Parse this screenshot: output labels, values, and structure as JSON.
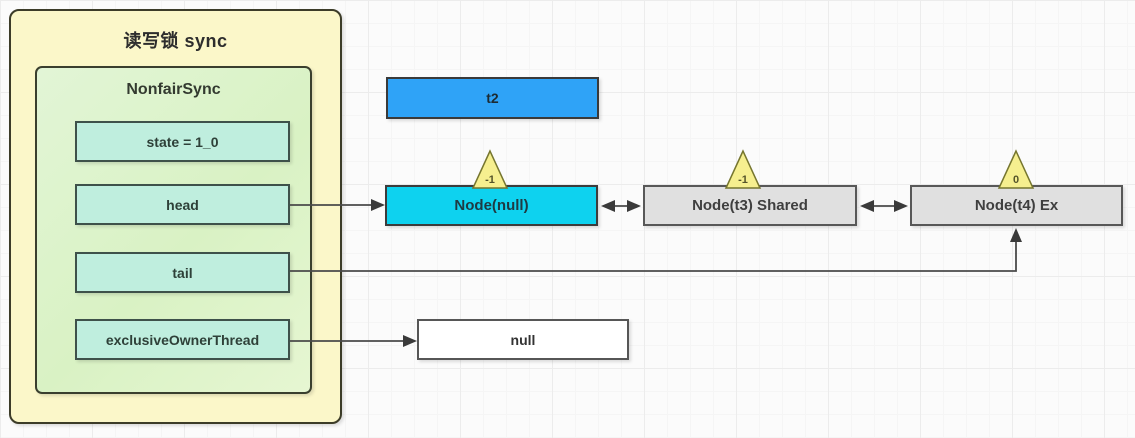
{
  "diagram": {
    "outer_box": {
      "title": "读写锁 sync"
    },
    "sync_object": {
      "title": "NonfairSync",
      "fields": [
        {
          "label": "state = 1_0"
        },
        {
          "label": "head"
        },
        {
          "label": "tail"
        },
        {
          "label": "exclusiveOwnerThread"
        }
      ]
    },
    "thread_box": {
      "label": "t2"
    },
    "queue_nodes": [
      {
        "label": "Node(null)",
        "wait_status": "-1"
      },
      {
        "label": "Node(t3) Shared",
        "wait_status": "-1"
      },
      {
        "label": "Node(t4) Ex",
        "wait_status": "0"
      }
    ],
    "null_box": {
      "label": "null"
    },
    "colors": {
      "outer_box_fill": "#fbf7c9",
      "inner_box_fill": "#d9f2c4",
      "field_fill": "#bfeede",
      "thread_fill": "#2fa3f7",
      "head_node_fill": "#0ed2ef",
      "queued_node_fill": "#e0e0e0",
      "wait_status_triangle_fill": "#f6ef8f",
      "arrow_color": "#4a4a4a"
    }
  }
}
